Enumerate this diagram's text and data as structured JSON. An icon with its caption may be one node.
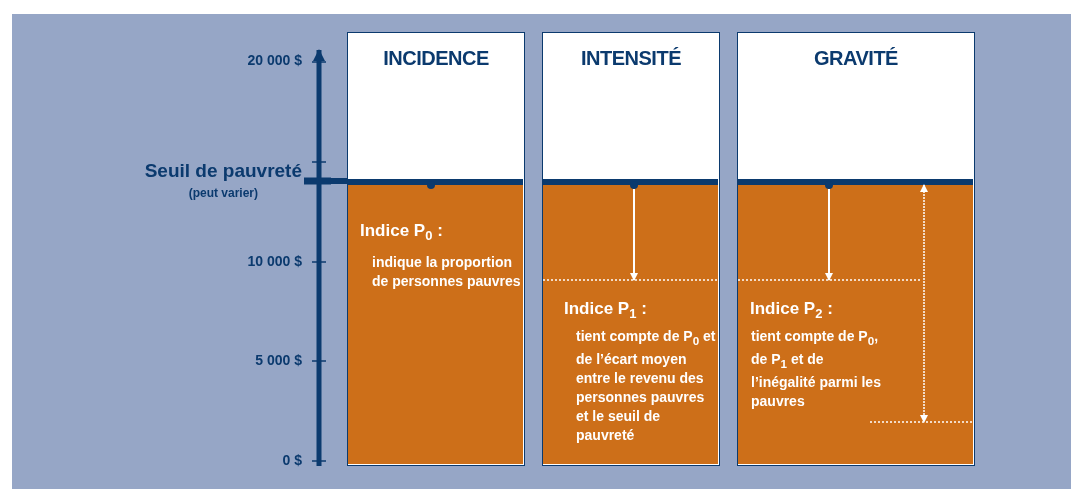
{
  "diagram": {
    "nodes": [
      {
        "text": [
          "INCIDENCE"
        ]
      },
      {
        "text": [
          "Indice P$_{0}$ :",
          "indique la proportion de personnes pauvres"
        ],
        "in": 0
      },
      {
        "text": [
          "INTENSITÉ"
        ]
      },
      {
        "text": [
          "Indice P$_{1}$ :",
          "tient compte de P$_{0}$ et de l’écart moyen entre le revenu des personnes pauvres et le seuil de pauvreté"
        ],
        "in": 2
      },
      {
        "text": [
          "GRAVITÉ"
        ]
      },
      {
        "text": [
          "Indice P$_{2}$ :",
          "tient compte de P$_{0}$, de P$_{1}$ et de l’inégalité parmi les pauvres"
        ],
        "in": 4
      }
    ],
    "edges": [],
    "labels": [
      "20 000 $",
      "Seuil de pauvreté",
      "(peut varier)",
      "10 000 $",
      "5 000 $",
      "0 $"
    ]
  }
}
